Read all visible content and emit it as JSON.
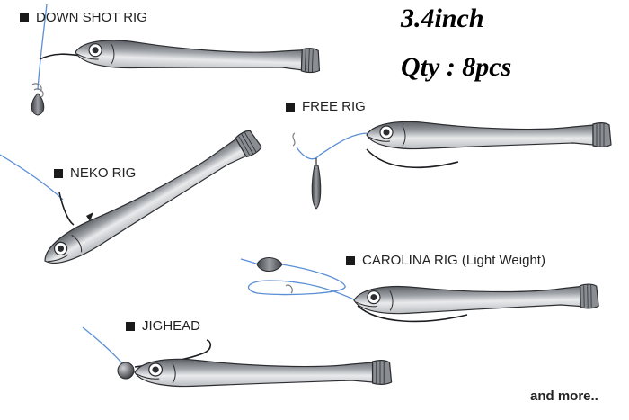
{
  "product": {
    "size": "3.4inch",
    "quantity": "Qty : 8pcs"
  },
  "rigs": [
    {
      "label": "DOWN SHOT RIG"
    },
    {
      "label": "NEKO RIG"
    },
    {
      "label": "FREE RIG"
    },
    {
      "label": "CAROLINA RIG (Light Weight)"
    },
    {
      "label": "JIGHEAD"
    }
  ],
  "footer": {
    "more": "and more.."
  },
  "colors": {
    "body_dark": "#6f7378",
    "body_light": "#f2f3f4",
    "line": "#5a8fd6",
    "label_square": "#1a1a1a"
  }
}
